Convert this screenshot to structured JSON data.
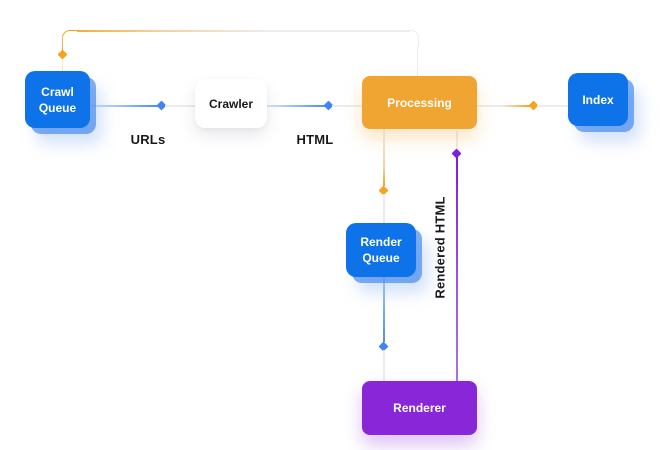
{
  "diagram": {
    "title_hint": "crawl-render-index-pipeline",
    "nodes": {
      "crawl_queue": {
        "label": "Crawl Queue",
        "color": "#0e72e8"
      },
      "crawler": {
        "label": "Crawler",
        "color": "#ffffff"
      },
      "processing": {
        "label": "Processing",
        "color": "#f0a431"
      },
      "index": {
        "label": "Index",
        "color": "#0e72e8"
      },
      "render_queue": {
        "label": "Render Queue",
        "color": "#0e72e8"
      },
      "renderer": {
        "label": "Renderer",
        "color": "#8826d8"
      }
    },
    "edge_labels": {
      "urls": "URLs",
      "html": "HTML",
      "rendered_html": "Rendered HTML"
    },
    "edges": [
      {
        "from": "crawl_queue",
        "to": "crawler",
        "label": "URLs",
        "arrow_color": "#3f86f4"
      },
      {
        "from": "crawler",
        "to": "processing",
        "label": "HTML",
        "arrow_color": "#3f86f4"
      },
      {
        "from": "processing",
        "to": "index",
        "label": "",
        "arrow_color": "#f5a41f"
      },
      {
        "from": "processing",
        "to": "crawl_queue",
        "label": "",
        "arrow_color": "#f5a41f"
      },
      {
        "from": "processing",
        "to": "render_queue",
        "label": "",
        "arrow_color": "#f5a41f"
      },
      {
        "from": "render_queue",
        "to": "renderer",
        "label": "",
        "arrow_color": "#3f86f4"
      },
      {
        "from": "renderer",
        "to": "processing",
        "label": "Rendered HTML",
        "arrow_color": "#7c1fd9"
      }
    ],
    "colors": {
      "blue": "#0e72e8",
      "orange": "#f0a431",
      "purple": "#8826d8",
      "arrow_blue": "#3f86f4",
      "arrow_orange": "#f5a41f",
      "arrow_purple": "#7c1fd9",
      "line_gray": "#ececec",
      "background": "#ffffff"
    }
  }
}
